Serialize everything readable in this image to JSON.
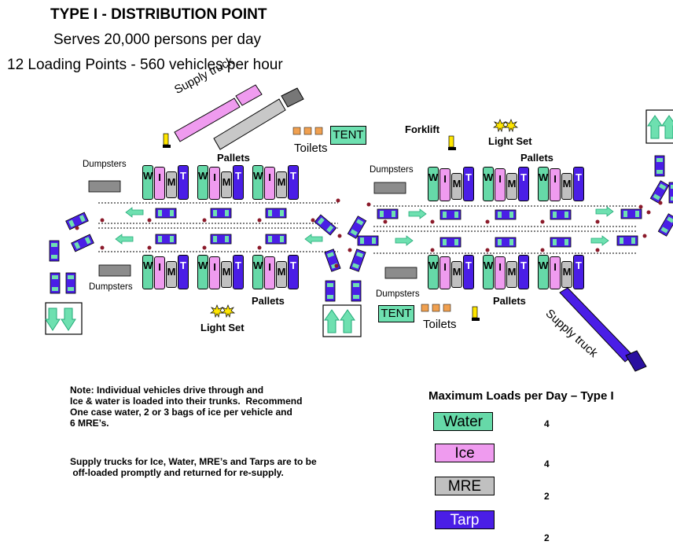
{
  "header": {
    "title": "TYPE I - DISTRIBUTION POINT",
    "subtitle": "Serves 20,000 persons per day",
    "capacity": "12 Loading Points - 560 vehicles per hour"
  },
  "labels": {
    "supply_truck_top": "Supply truck",
    "supply_truck_bottom": "Supply truck",
    "tent": "TENT",
    "toilets": "Toilets",
    "forklift": "Forklift",
    "light_set": "Light Set",
    "pallets": "Pallets",
    "dumpsters": "Dumpsters"
  },
  "pallet_letters": {
    "water": "W",
    "ice": "I",
    "mre": "M",
    "tarp": "T"
  },
  "note": {
    "text1": "Note: Individual vehicles drive through and\nIce & water is loaded into their trunks.  Recommend\nOne case water, 2 or 3 bags of ice per vehicle and\n6 MRE’s.",
    "text2": "Supply trucks for Ice, Water, MRE’s and Tarps are to be\n off-loaded promptly and returned for re-supply."
  },
  "legend": {
    "title": "Maximum Loads per Day – Type I",
    "items": [
      {
        "label": "Water",
        "value": "4",
        "color": "#66d9a8"
      },
      {
        "label": "Ice",
        "value": "4",
        "color": "#ef9bef"
      },
      {
        "label": "MRE",
        "value": "2",
        "color": "#c0c0c0"
      },
      {
        "label": "Tarp",
        "value": "2",
        "color": "#4a1ee6"
      }
    ]
  },
  "colors": {
    "water": "#66d9a8",
    "ice": "#ef9bef",
    "mre": "#c0c0c0",
    "tarp": "#4a1ee6",
    "arrow": "#6ee0b0",
    "dumpster": "#8c8c8c"
  }
}
